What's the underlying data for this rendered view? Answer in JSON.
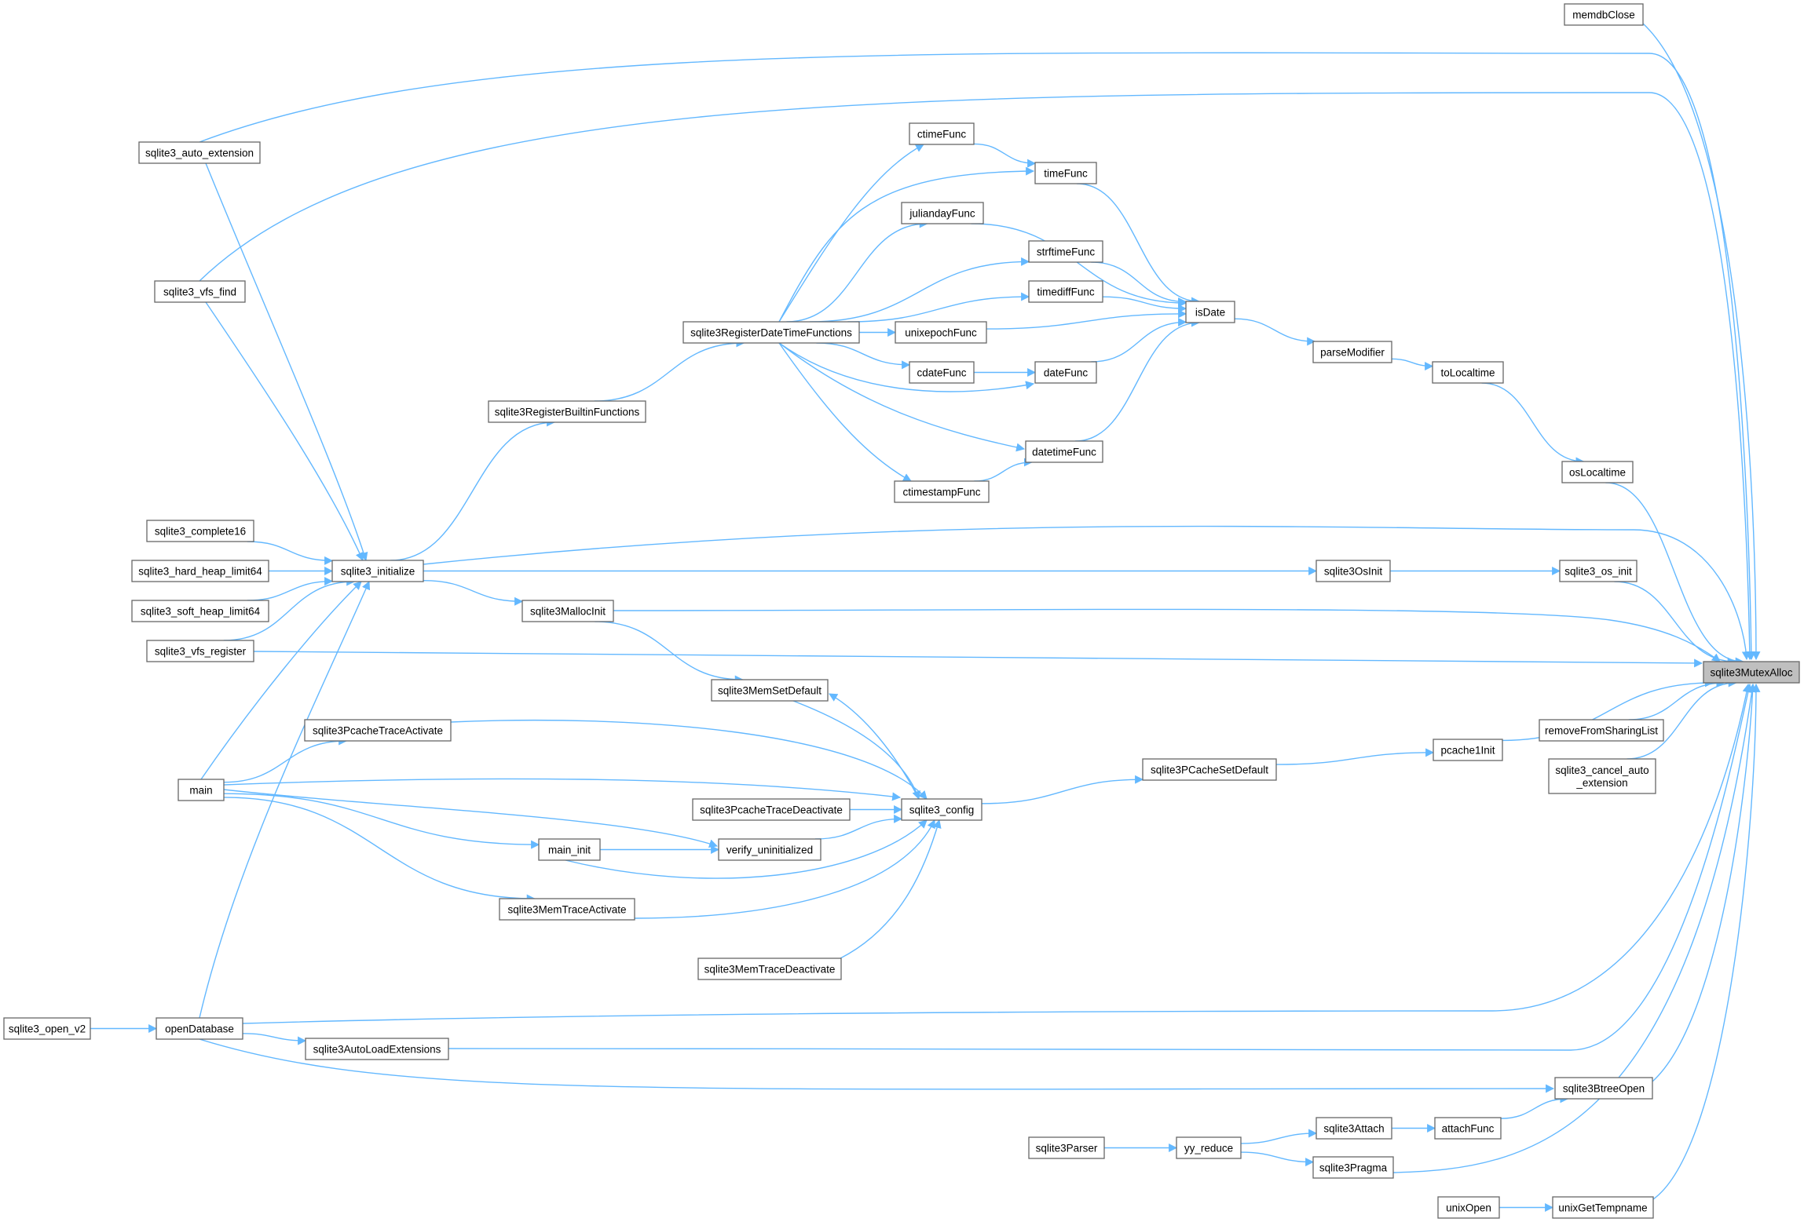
{
  "colors": {
    "edge": "#63b8ff",
    "node_border": "#666666",
    "root_fill": "#bfbfbf"
  },
  "nodes": [
    {
      "id": "sqlite3MutexAlloc",
      "label": "sqlite3MutexAlloc"
    },
    {
      "id": "memdbClose",
      "label": "memdbClose"
    },
    {
      "id": "sqlite3_auto_extension",
      "label": "sqlite3_auto_extension"
    },
    {
      "id": "sqlite3_vfs_find",
      "label": "sqlite3_vfs_find"
    },
    {
      "id": "ctimeFunc",
      "label": "ctimeFunc"
    },
    {
      "id": "timeFunc",
      "label": "timeFunc"
    },
    {
      "id": "juliandayFunc",
      "label": "juliandayFunc"
    },
    {
      "id": "strftimeFunc",
      "label": "strftimeFunc"
    },
    {
      "id": "timediffFunc",
      "label": "timediffFunc"
    },
    {
      "id": "isDate",
      "label": "isDate"
    },
    {
      "id": "unixepochFunc",
      "label": "unixepochFunc"
    },
    {
      "id": "sqlite3RegisterDateTimeFunctions",
      "label": "sqlite3RegisterDateTimeFunctions"
    },
    {
      "id": "parseModifier",
      "label": "parseModifier"
    },
    {
      "id": "toLocaltime",
      "label": "toLocaltime"
    },
    {
      "id": "cdateFunc",
      "label": "cdateFunc"
    },
    {
      "id": "dateFunc",
      "label": "dateFunc"
    },
    {
      "id": "sqlite3RegisterBuiltinFunctions",
      "label": "sqlite3RegisterBuiltinFunctions"
    },
    {
      "id": "datetimeFunc",
      "label": "datetimeFunc"
    },
    {
      "id": "osLocaltime",
      "label": "osLocaltime"
    },
    {
      "id": "ctimestampFunc",
      "label": "ctimestampFunc"
    },
    {
      "id": "sqlite3_complete16",
      "label": "sqlite3_complete16"
    },
    {
      "id": "sqlite3_hard_heap_limit64",
      "label": "sqlite3_hard_heap_limit64"
    },
    {
      "id": "sqlite3_initialize",
      "label": "sqlite3_initialize"
    },
    {
      "id": "sqlite3OsInit",
      "label": "sqlite3OsInit"
    },
    {
      "id": "sqlite3_os_init",
      "label": "sqlite3_os_init"
    },
    {
      "id": "sqlite3_soft_heap_limit64",
      "label": "sqlite3_soft_heap_limit64"
    },
    {
      "id": "sqlite3MallocInit",
      "label": "sqlite3MallocInit"
    },
    {
      "id": "sqlite3_vfs_register",
      "label": "sqlite3_vfs_register"
    },
    {
      "id": "sqlite3MemSetDefault",
      "label": "sqlite3MemSetDefault"
    },
    {
      "id": "sqlite3PcacheTraceActivate",
      "label": "sqlite3PcacheTraceActivate"
    },
    {
      "id": "removeFromSharingList",
      "label": "removeFromSharingList"
    },
    {
      "id": "pcache1Init",
      "label": "pcache1Init"
    },
    {
      "id": "sqlite3PCacheSetDefault",
      "label": "sqlite3PCacheSetDefault"
    },
    {
      "id": "main",
      "label": "main"
    },
    {
      "id": "sqlite3_cancel_auto_extension",
      "label": "sqlite3_cancel_auto\n_extension"
    },
    {
      "id": "sqlite3_config",
      "label": "sqlite3_config"
    },
    {
      "id": "sqlite3PcacheTraceDeactivate",
      "label": "sqlite3PcacheTraceDeactivate"
    },
    {
      "id": "main_init",
      "label": "main_init"
    },
    {
      "id": "verify_uninitialized",
      "label": "verify_uninitialized"
    },
    {
      "id": "sqlite3MemTraceActivate",
      "label": "sqlite3MemTraceActivate"
    },
    {
      "id": "sqlite3MemTraceDeactivate",
      "label": "sqlite3MemTraceDeactivate"
    },
    {
      "id": "sqlite3_open_v2",
      "label": "sqlite3_open_v2"
    },
    {
      "id": "openDatabase",
      "label": "openDatabase"
    },
    {
      "id": "sqlite3AutoLoadExtensions",
      "label": "sqlite3AutoLoadExtensions"
    },
    {
      "id": "sqlite3BtreeOpen",
      "label": "sqlite3BtreeOpen"
    },
    {
      "id": "sqlite3Attach",
      "label": "sqlite3Attach"
    },
    {
      "id": "attachFunc",
      "label": "attachFunc"
    },
    {
      "id": "sqlite3Parser",
      "label": "sqlite3Parser"
    },
    {
      "id": "yy_reduce",
      "label": "yy_reduce"
    },
    {
      "id": "sqlite3Pragma",
      "label": "sqlite3Pragma"
    },
    {
      "id": "unixOpen",
      "label": "unixOpen"
    },
    {
      "id": "unixGetTempname",
      "label": "unixGetTempname"
    }
  ],
  "edges": [
    {
      "from": "memdbClose",
      "to": "sqlite3MutexAlloc"
    },
    {
      "from": "sqlite3_auto_extension",
      "to": "sqlite3MutexAlloc"
    },
    {
      "from": "sqlite3_vfs_find",
      "to": "sqlite3MutexAlloc"
    },
    {
      "from": "osLocaltime",
      "to": "sqlite3MutexAlloc"
    },
    {
      "from": "sqlite3_initialize",
      "to": "sqlite3MutexAlloc"
    },
    {
      "from": "sqlite3_os_init",
      "to": "sqlite3MutexAlloc"
    },
    {
      "from": "sqlite3MallocInit",
      "to": "sqlite3MutexAlloc"
    },
    {
      "from": "sqlite3_vfs_register",
      "to": "sqlite3MutexAlloc"
    },
    {
      "from": "pcache1Init",
      "to": "sqlite3MutexAlloc"
    },
    {
      "from": "removeFromSharingList",
      "to": "sqlite3MutexAlloc"
    },
    {
      "from": "sqlite3_cancel_auto_extension",
      "to": "sqlite3MutexAlloc"
    },
    {
      "from": "openDatabase",
      "to": "sqlite3MutexAlloc"
    },
    {
      "from": "sqlite3AutoLoadExtensions",
      "to": "sqlite3MutexAlloc"
    },
    {
      "from": "sqlite3BtreeOpen",
      "to": "sqlite3MutexAlloc"
    },
    {
      "from": "sqlite3Pragma",
      "to": "sqlite3MutexAlloc"
    },
    {
      "from": "unixGetTempname",
      "to": "sqlite3MutexAlloc"
    },
    {
      "from": "sqlite3_auto_extension",
      "to": "sqlite3_initialize"
    },
    {
      "from": "sqlite3_vfs_find",
      "to": "sqlite3_initialize"
    },
    {
      "from": "sqlite3_complete16",
      "to": "sqlite3_initialize"
    },
    {
      "from": "sqlite3_hard_heap_limit64",
      "to": "sqlite3_initialize"
    },
    {
      "from": "sqlite3_soft_heap_limit64",
      "to": "sqlite3_initialize"
    },
    {
      "from": "sqlite3_vfs_register",
      "to": "sqlite3_initialize"
    },
    {
      "from": "main",
      "to": "sqlite3_initialize"
    },
    {
      "from": "openDatabase",
      "to": "sqlite3_initialize"
    },
    {
      "from": "sqlite3_initialize",
      "to": "sqlite3RegisterBuiltinFunctions"
    },
    {
      "from": "sqlite3_initialize",
      "to": "sqlite3OsInit"
    },
    {
      "from": "sqlite3_initialize",
      "to": "sqlite3MallocInit"
    },
    {
      "from": "sqlite3RegisterBuiltinFunctions",
      "to": "sqlite3RegisterDateTimeFunctions"
    },
    {
      "from": "sqlite3RegisterDateTimeFunctions",
      "to": "ctimeFunc"
    },
    {
      "from": "sqlite3RegisterDateTimeFunctions",
      "to": "timeFunc"
    },
    {
      "from": "sqlite3RegisterDateTimeFunctions",
      "to": "juliandayFunc"
    },
    {
      "from": "sqlite3RegisterDateTimeFunctions",
      "to": "strftimeFunc"
    },
    {
      "from": "sqlite3RegisterDateTimeFunctions",
      "to": "timediffFunc"
    },
    {
      "from": "sqlite3RegisterDateTimeFunctions",
      "to": "unixepochFunc"
    },
    {
      "from": "sqlite3RegisterDateTimeFunctions",
      "to": "cdateFunc"
    },
    {
      "from": "sqlite3RegisterDateTimeFunctions",
      "to": "dateFunc"
    },
    {
      "from": "sqlite3RegisterDateTimeFunctions",
      "to": "datetimeFunc"
    },
    {
      "from": "sqlite3RegisterDateTimeFunctions",
      "to": "ctimestampFunc"
    },
    {
      "from": "ctimeFunc",
      "to": "timeFunc"
    },
    {
      "from": "cdateFunc",
      "to": "dateFunc"
    },
    {
      "from": "ctimestampFunc",
      "to": "datetimeFunc"
    },
    {
      "from": "timeFunc",
      "to": "isDate"
    },
    {
      "from": "juliandayFunc",
      "to": "isDate"
    },
    {
      "from": "strftimeFunc",
      "to": "isDate"
    },
    {
      "from": "timediffFunc",
      "to": "isDate"
    },
    {
      "from": "unixepochFunc",
      "to": "isDate"
    },
    {
      "from": "dateFunc",
      "to": "isDate"
    },
    {
      "from": "datetimeFunc",
      "to": "isDate"
    },
    {
      "from": "isDate",
      "to": "parseModifier"
    },
    {
      "from": "parseModifier",
      "to": "toLocaltime"
    },
    {
      "from": "toLocaltime",
      "to": "osLocaltime"
    },
    {
      "from": "sqlite3OsInit",
      "to": "sqlite3_os_init"
    },
    {
      "from": "sqlite3MallocInit",
      "to": "sqlite3MemSetDefault"
    },
    {
      "from": "sqlite3_config",
      "to": "sqlite3MemSetDefault"
    },
    {
      "from": "sqlite3MemSetDefault",
      "to": "sqlite3_config"
    },
    {
      "from": "sqlite3PcacheTraceActivate",
      "to": "sqlite3_config"
    },
    {
      "from": "main",
      "to": "sqlite3PcacheTraceActivate"
    },
    {
      "from": "main",
      "to": "sqlite3_config"
    },
    {
      "from": "main",
      "to": "verify_uninitialized"
    },
    {
      "from": "main",
      "to": "main_init"
    },
    {
      "from": "main",
      "to": "sqlite3MemTraceActivate"
    },
    {
      "from": "sqlite3PcacheTraceDeactivate",
      "to": "sqlite3_config"
    },
    {
      "from": "main_init",
      "to": "verify_uninitialized"
    },
    {
      "from": "main_init",
      "to": "sqlite3_config"
    },
    {
      "from": "verify_uninitialized",
      "to": "sqlite3_config"
    },
    {
      "from": "sqlite3MemTraceActivate",
      "to": "sqlite3_config"
    },
    {
      "from": "sqlite3MemTraceDeactivate",
      "to": "sqlite3_config"
    },
    {
      "from": "sqlite3_config",
      "to": "sqlite3PCacheSetDefault"
    },
    {
      "from": "sqlite3PCacheSetDefault",
      "to": "pcache1Init"
    },
    {
      "from": "sqlite3_open_v2",
      "to": "openDatabase"
    },
    {
      "from": "openDatabase",
      "to": "sqlite3AutoLoadExtensions"
    },
    {
      "from": "openDatabase",
      "to": "sqlite3BtreeOpen"
    },
    {
      "from": "attachFunc",
      "to": "sqlite3BtreeOpen"
    },
    {
      "from": "sqlite3Attach",
      "to": "attachFunc"
    },
    {
      "from": "yy_reduce",
      "to": "sqlite3Attach"
    },
    {
      "from": "yy_reduce",
      "to": "sqlite3Pragma"
    },
    {
      "from": "sqlite3Parser",
      "to": "yy_reduce"
    },
    {
      "from": "unixOpen",
      "to": "unixGetTempname"
    }
  ]
}
